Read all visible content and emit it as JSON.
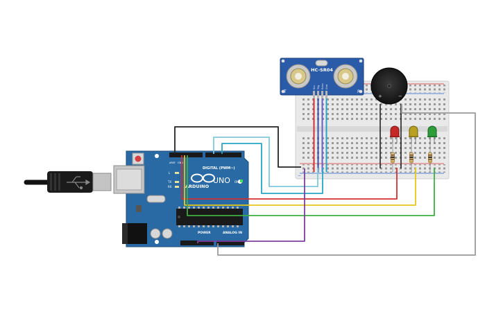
{
  "arduino": {
    "logo_text": "ARDUINO",
    "model_text": "UNO",
    "digital_label": "DIGITAL (PWM~)",
    "power_label": "POWER",
    "analog_label": "ANALOG IN",
    "on_label": "ON",
    "tx_label": "TX",
    "rx_label": "RX",
    "l_label": "L",
    "aref_label": "AREF",
    "gnd_label": "GND"
  },
  "sensor": {
    "model_text": "HC-SR04",
    "pin_labels": [
      "Vcc",
      "Trig",
      "Echo",
      "Gnd"
    ],
    "left_mark": "T",
    "right_mark": "R"
  },
  "buzzer": {
    "plus": "+",
    "minus": "−"
  },
  "breadboard": {
    "plus": "+",
    "minus": "−"
  },
  "leds": [
    {
      "name": "red",
      "color": "#c62828"
    },
    {
      "name": "yellow",
      "color": "#b8a020"
    },
    {
      "name": "green",
      "color": "#2e9e3a"
    }
  ],
  "wire_colors": {
    "black": "#222222",
    "cyan_light": "#7ec8dc",
    "cyan": "#2aa5c8",
    "red": "#d32f2f",
    "yellow": "#e6c619",
    "green": "#3fae3f",
    "purple": "#7b3fa0",
    "gray": "#9a9a9a"
  }
}
